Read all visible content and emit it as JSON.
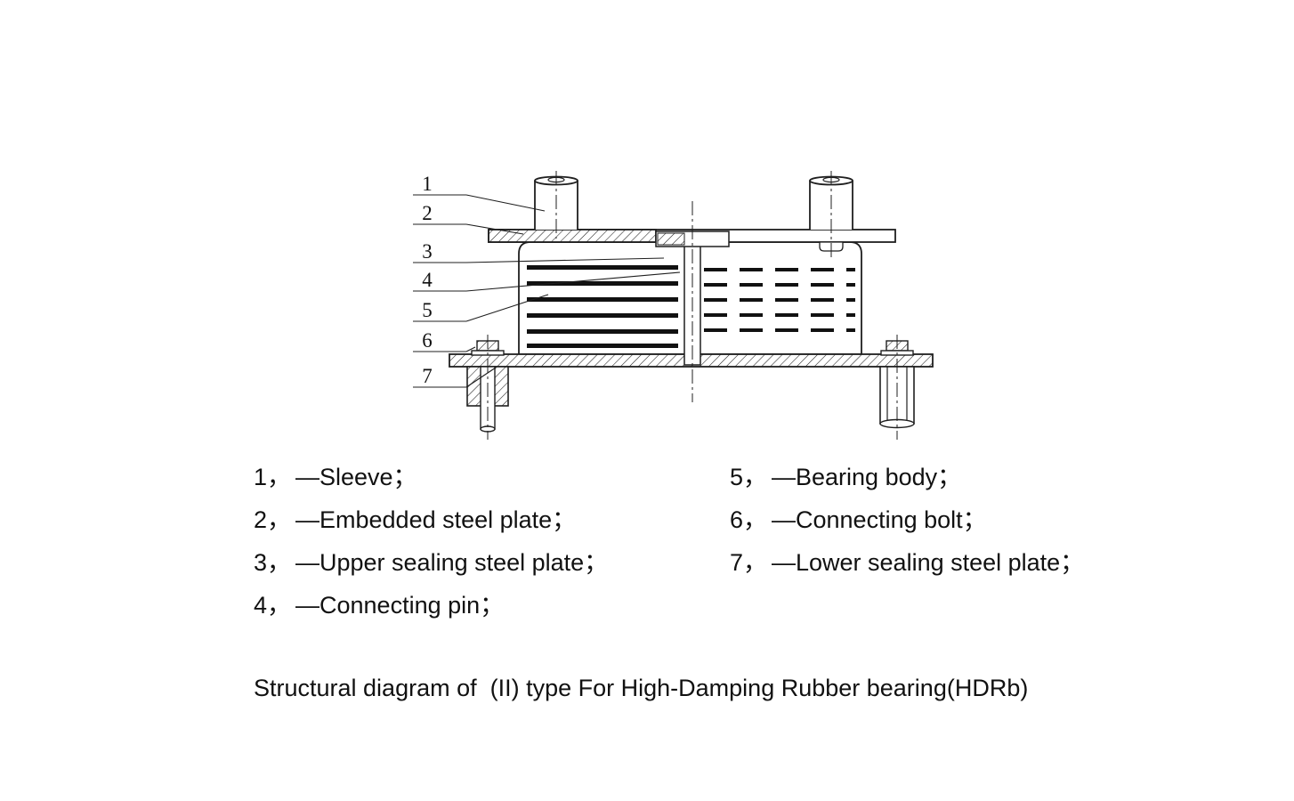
{
  "diagram": {
    "title": "HDRb type II bearing cross-section",
    "callouts": [
      "1",
      "2",
      "3",
      "4",
      "5",
      "6",
      "7"
    ]
  },
  "legend": {
    "left": [
      {
        "num": "1，",
        "dash": "—",
        "label": "Sleeve；"
      },
      {
        "num": "2，",
        "dash": "—",
        "label": "Embedded steel plate；"
      },
      {
        "num": "3，",
        "dash": "—",
        "label": "Upper sealing steel plate；"
      },
      {
        "num": "4，",
        "dash": "—",
        "label": "Connecting pin；"
      }
    ],
    "right": [
      {
        "num": "5，",
        "dash": "—",
        "label": "Bearing body；"
      },
      {
        "num": "6，",
        "dash": "—",
        "label": "Connecting bolt；"
      },
      {
        "num": "7，",
        "dash": "—",
        "label": "Lower sealing steel plate；"
      }
    ]
  },
  "caption": "Structural diagram of  (II) type For High-Damping Rubber bearing(HDRb)",
  "colors": {
    "line": "#1f1f1f",
    "background": "#ffffff"
  }
}
